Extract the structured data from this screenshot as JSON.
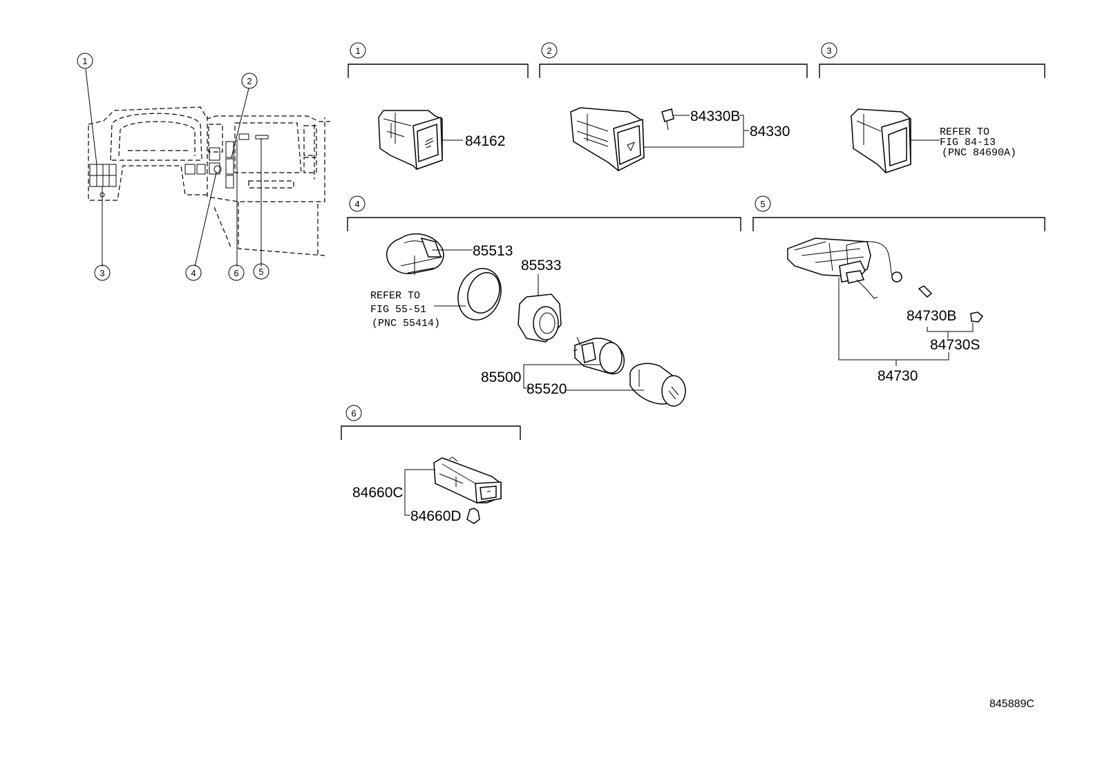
{
  "callouts": {
    "c1": "1",
    "c2": "2",
    "c3": "3",
    "c4": "4",
    "c5": "5",
    "c6": "6"
  },
  "sections": [
    {
      "id": "1",
      "parts": [
        "84162"
      ]
    },
    {
      "id": "2",
      "parts": [
        "84330B",
        "84330"
      ]
    },
    {
      "id": "3",
      "refer": [
        "REFER TO",
        "FIG 84-13",
        "(PNC 84690A)"
      ]
    },
    {
      "id": "4",
      "parts": [
        "85513",
        "85533",
        "85500",
        "85520"
      ],
      "refer": [
        "REFER TO",
        "FIG 55-51",
        "(PNC 55414)"
      ]
    },
    {
      "id": "5",
      "parts": [
        "84730B",
        "84730S",
        "84730"
      ]
    },
    {
      "id": "6",
      "parts": [
        "84660C",
        "84660D"
      ]
    }
  ],
  "illustration_id": "845889C"
}
